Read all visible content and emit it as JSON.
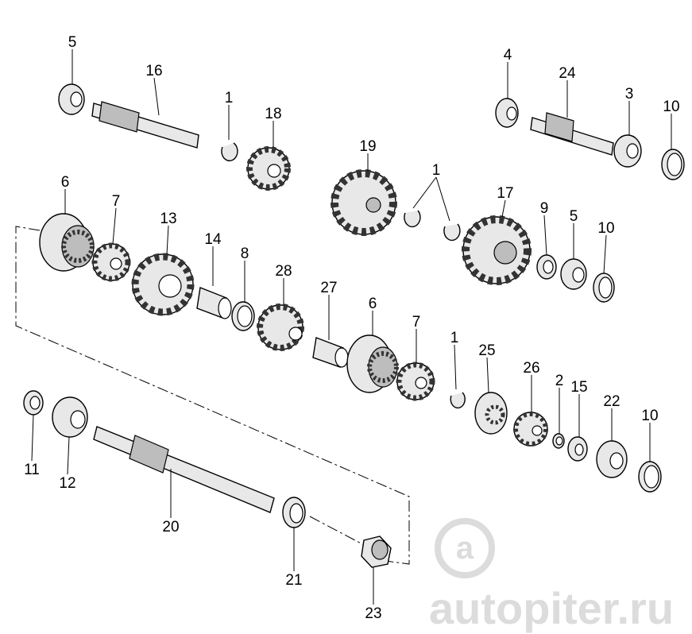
{
  "watermark": "autopiter.ru",
  "callouts": [
    "5",
    "16",
    "1",
    "18",
    "4",
    "24",
    "3",
    "10",
    "19",
    "1",
    "6",
    "7",
    "13",
    "17",
    "9",
    "5",
    "10",
    "14",
    "8",
    "28",
    "27",
    "6",
    "7",
    "1",
    "25",
    "26",
    "2",
    "15",
    "22",
    "10",
    "11",
    "12",
    "20",
    "21",
    "23"
  ]
}
